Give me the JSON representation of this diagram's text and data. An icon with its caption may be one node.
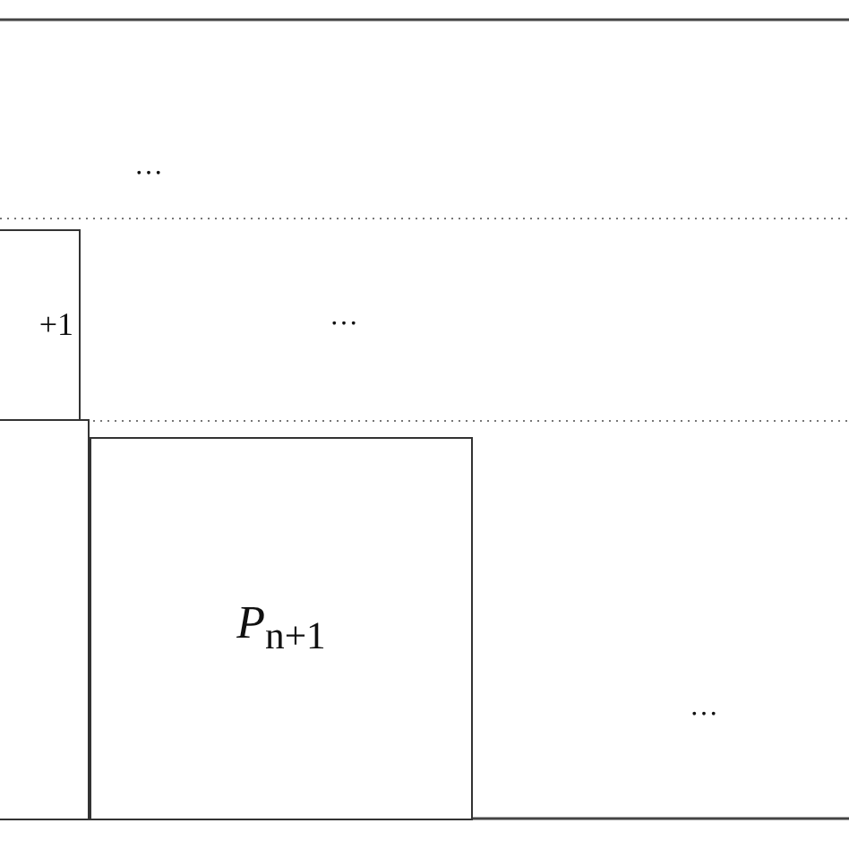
{
  "diagram": {
    "nodes": [
      {
        "text": [
          "+1"
        ]
      },
      {
        "text": [],
        "shape": "box"
      },
      {
        "text": [
          "*P*$_{n+1}$"
        ]
      }
    ],
    "edges": [],
    "labels": [
      "…",
      "…",
      "…"
    ]
  }
}
